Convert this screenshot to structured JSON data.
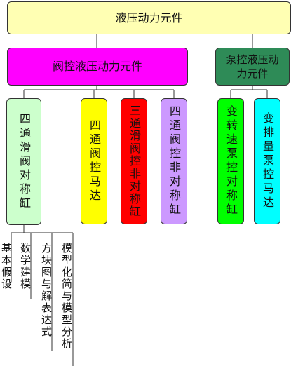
{
  "root": {
    "label": "液压动力元件",
    "color": "#ffffb3"
  },
  "valve": {
    "label": "阀控液压动力元件",
    "color": "#ff00ff"
  },
  "pump": {
    "label": "泵控液压动力元件",
    "color": "#2e8b57"
  },
  "valve_children": [
    {
      "label": "四通滑阀对称缸",
      "color": "#ccffcc"
    },
    {
      "label": "四通阀控马达",
      "color": "#ffff00"
    },
    {
      "label": "三通滑阀控非对称缸",
      "color": "#ff0000"
    },
    {
      "label": "四通阀控非对称缸",
      "color": "#cc99ff"
    }
  ],
  "pump_children": [
    {
      "label": "变转速泵控对称缸",
      "color": "#00ff00"
    },
    {
      "label": "变排量泵控马达",
      "color": "#00ffff"
    }
  ],
  "sub_items": [
    "基本假设",
    "数学建模",
    "方块图与解表达式",
    "模型化简与模型分析"
  ]
}
